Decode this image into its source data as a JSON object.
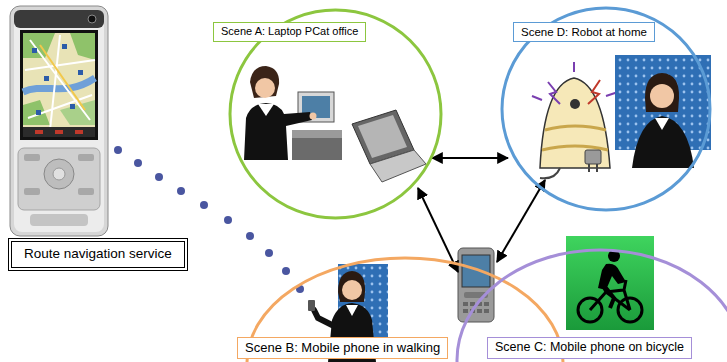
{
  "diagram": {
    "nodes": [
      {
        "text": [
          "Scene A: Laptop PCat office"
        ]
      },
      {
        "text": [
          "Scene D: Robot at home"
        ]
      },
      {
        "text": [
          "Route navigation service"
        ]
      },
      {
        "text": [
          "Scene B: Mobile phone in walking"
        ]
      },
      {
        "text": [
          "Scene C: Mobile phone on bicycle"
        ]
      }
    ]
  }
}
